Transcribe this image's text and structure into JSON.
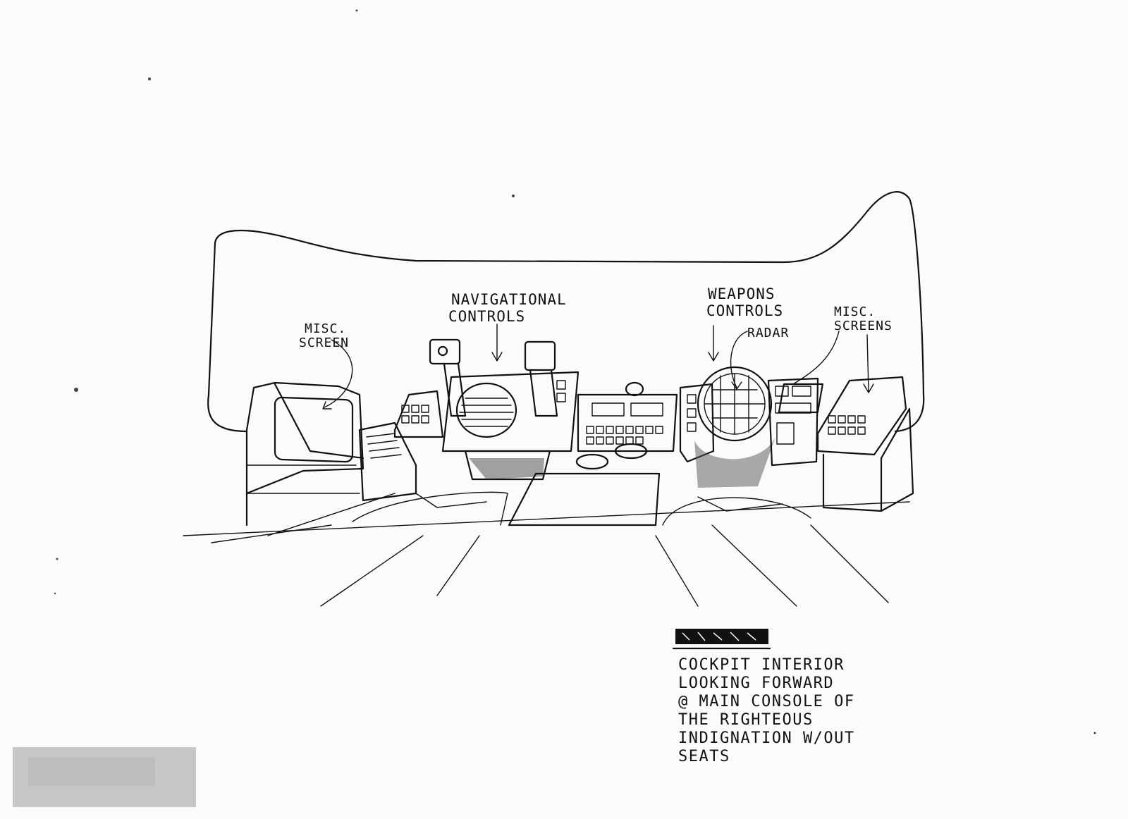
{
  "labels": {
    "navigational_controls_line1": "NAVIGATIONAL",
    "navigational_controls_line2": "CONTROLS",
    "misc_screen_left_line1": "MISC.",
    "misc_screen_left_line2": "SCREEN",
    "weapons_controls_line1": "WEAPONS",
    "weapons_controls_line2": "CONTROLS",
    "radar": "RADAR",
    "misc_screens_right_line1": "MISC.",
    "misc_screens_right_line2": "SCREENS"
  },
  "caption": {
    "line1": "COCKPIT INTERIOR",
    "line2": "LOOKING FORWARD",
    "line3": "@ MAIN CONSOLE OF",
    "line4": "THE RIGHTEOUS",
    "line5": "INDIGNATION W/OUT",
    "line6": "SEATS"
  },
  "colors": {
    "paper": "#fbfbfb",
    "ink": "#111111"
  }
}
